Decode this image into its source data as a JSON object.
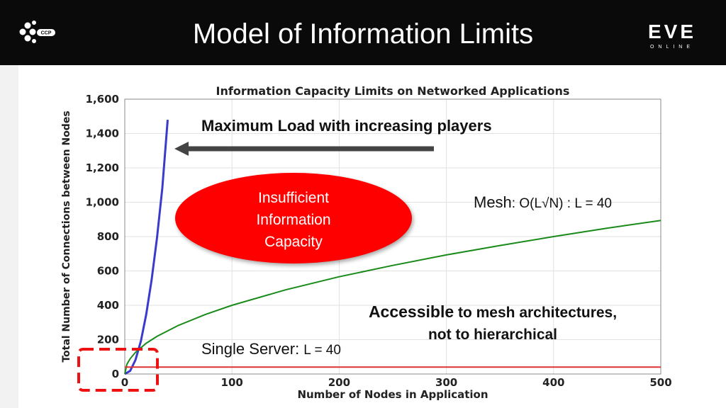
{
  "header": {
    "title": "Model of Information Limits",
    "logo_left_text": "CCP",
    "logo_right_text": "EVE",
    "logo_right_sub": "ONLINE"
  },
  "chart_data": {
    "type": "line",
    "title": "Information Capacity Limits on Networked Applications",
    "xlabel": "Number of Nodes in Application",
    "ylabel": "Total Number of Connections between Nodes",
    "xlim": [
      0,
      500
    ],
    "ylim": [
      0,
      1600
    ],
    "x_ticks": [
      "0",
      "100",
      "200",
      "300",
      "400",
      "500"
    ],
    "y_ticks": [
      "0",
      "200",
      "400",
      "600",
      "800",
      "1,000",
      "1,200",
      "1,400",
      "1,600"
    ],
    "grid": true,
    "series": [
      {
        "color": "#3a3acc",
        "x": [
          0,
          5,
          10,
          15,
          20,
          25,
          30,
          35,
          40
        ],
        "y": [
          0,
          18,
          82,
          191,
          346,
          547,
          791,
          1081,
          1480
        ]
      },
      {
        "color": "#1a8a1a",
        "x": [
          0,
          2,
          5,
          10,
          20,
          30,
          50,
          75,
          100,
          150,
          200,
          250,
          300,
          350,
          400,
          450,
          500
        ],
        "y": [
          0,
          57,
          89,
          126,
          179,
          219,
          283,
          346,
          400,
          490,
          566,
          632,
          693,
          748,
          800,
          849,
          894
        ]
      },
      {
        "color": "#dd3333",
        "x": [
          0,
          500
        ],
        "y": [
          40,
          40
        ]
      }
    ]
  },
  "annotations": {
    "max_load": "Maximum Load with increasing players",
    "mesh_prefix": "Mesh",
    "mesh_formula": ": O(L√N) : L = 40",
    "single_prefix": "Single Server: ",
    "single_value": "L = 40",
    "accessible_word": "Accessible",
    "accessible_rest": " to mesh architectures,",
    "accessible_line2": "not to hierarchical",
    "insufficient_line1": "Insufficient",
    "insufficient_line2": "Information",
    "insufficient_line3": "Capacity"
  },
  "colors": {
    "header_bg": "#0a0a0a",
    "arrow": "#444444",
    "ellipse": "#ff0000",
    "dashed_box": "#ee1111"
  }
}
